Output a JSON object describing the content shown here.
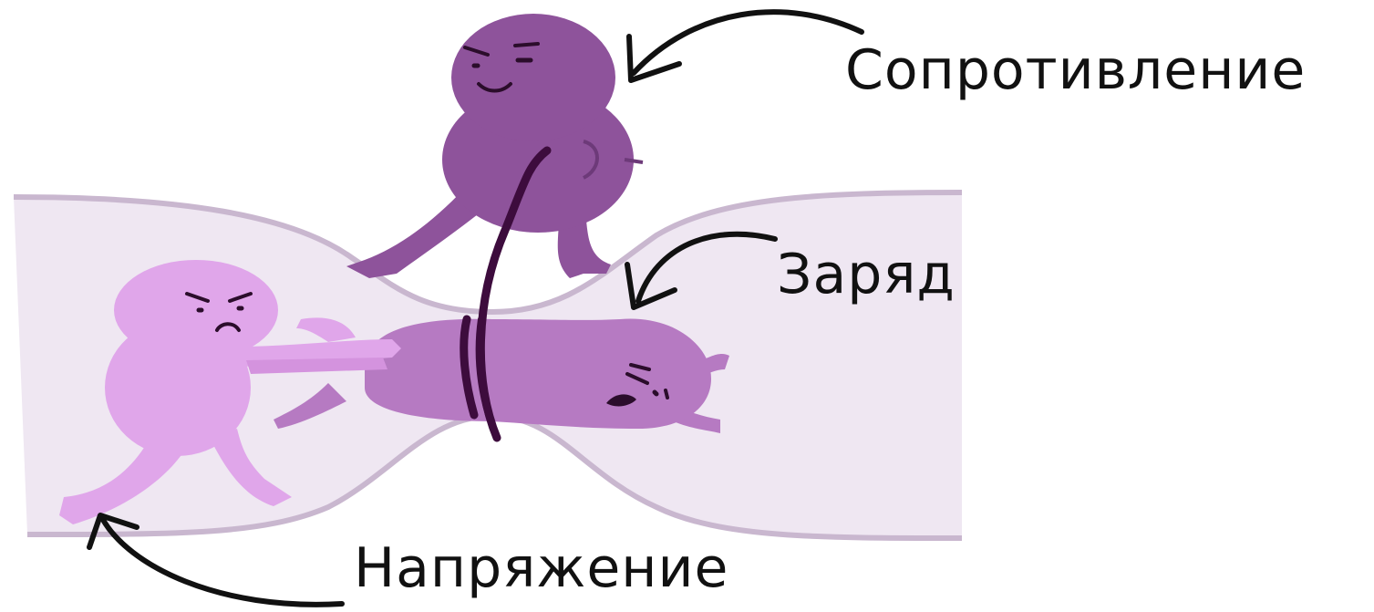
{
  "labels": {
    "resistance": "Сопротивление",
    "charge": "Заряд",
    "voltage": "Напряжение"
  },
  "colors": {
    "tube_fill": "#efe7f2",
    "tube_edge": "#c9b7cf",
    "resistance_body": "#8e539b",
    "charge_body": "#b67ac2",
    "voltage_body": "#e0a6ea",
    "rope": "#3d0c3d",
    "face": "#2b0d2b",
    "arrow": "#111111"
  },
  "icons": {
    "resistance": "purple-blob-character-holding-rope",
    "charge": "purple-blob-character-squeezed",
    "voltage": "pink-blob-character-pushing",
    "arrows": "curved-pointer-arrow"
  }
}
